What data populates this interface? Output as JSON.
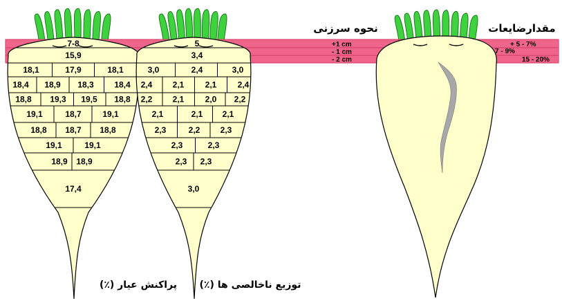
{
  "header": {
    "cutting_method": "نحوه سرزنی",
    "loss_amount": "مقدارضایعات"
  },
  "captions": {
    "sugar_distribution": "پراکنش عیار (٪)",
    "impurity_distribution": "توزیع ناخالصی ها (٪)"
  },
  "cut_levels": [
    {
      "cut": "+1 cm",
      "loss": "+   5 - 7%"
    },
    {
      "cut": "- 1 cm",
      "loss": "7 - 9%"
    },
    {
      "cut": "- 2 cm",
      "loss": "15 - 20%"
    }
  ],
  "colors": {
    "band": "#f0658a",
    "band_line": "#d23a66",
    "leaf": "#3fd23f",
    "leaf_stroke": "#1d7a1d",
    "root_fill": "#ffffcc",
    "crack": "#a8a8a8"
  },
  "sugar_beet": {
    "rows": [
      [
        "7-8"
      ],
      [
        "15,9"
      ],
      [
        "18,1",
        "17,9",
        "18,1"
      ],
      [
        "18,4",
        "18,9",
        "18,3",
        "18,4"
      ],
      [
        "18,8",
        "19,3",
        "19,5",
        "18,8"
      ],
      [
        "19,1",
        "18,7",
        "19,1"
      ],
      [
        "18,8",
        "18,7",
        "18,8"
      ],
      [
        "19,1",
        "19,1"
      ],
      [
        "18,9",
        "18,9"
      ],
      [
        "17,4"
      ]
    ]
  },
  "impurity_beet": {
    "rows": [
      [
        "5"
      ],
      [
        "3,4"
      ],
      [
        "3,0",
        "2,4",
        "3,0"
      ],
      [
        "2,4",
        "2,1",
        "2,1",
        "2,4"
      ],
      [
        "2,2",
        "2,1",
        "2,0",
        "2,2"
      ],
      [
        "2,1",
        "2,1",
        "2,1"
      ],
      [
        "2,3",
        "2,2",
        "2,3"
      ],
      [
        "2,3",
        "2,3"
      ],
      [
        "2,3",
        "2,3"
      ],
      [
        "3,0"
      ]
    ]
  }
}
